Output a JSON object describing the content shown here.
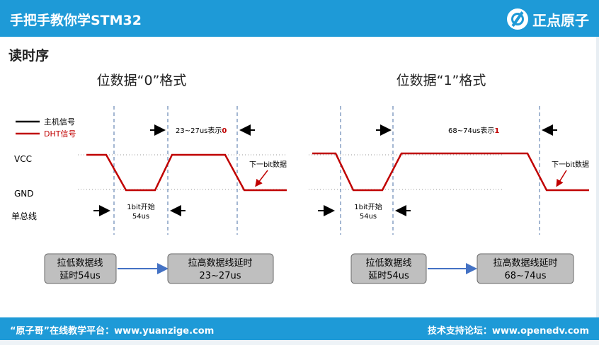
{
  "header": {
    "title": "手把手教你学STM32",
    "logo_text": "正点原子"
  },
  "section_title": "读时序",
  "diagram_left": {
    "heading": "位数据“0”格式",
    "legend_host": "主机信号",
    "legend_dht": "DHT信号",
    "label_vcc": "VCC",
    "label_gnd": "GND",
    "label_bus": "单总线",
    "high_note_prefix": "23~27us表示",
    "high_note_bit": "0",
    "start_line1": "1bit开始",
    "start_line2": "54us",
    "next_bit": "下一bit数据",
    "box1_line1": "拉低数据线",
    "box1_line2": "延时54us",
    "box2_line1": "拉高数据线延时",
    "box2_line2": "23~27us"
  },
  "diagram_right": {
    "heading": "位数据“1”格式",
    "high_note_prefix": "68~74us表示",
    "high_note_bit": "1",
    "start_line1": "1bit开始",
    "start_line2": "54us",
    "next_bit": "下一bit数据",
    "box1_line1": "拉低数据线",
    "box1_line2": "延时54us",
    "box2_line1": "拉高数据线延时",
    "box2_line2": "68~74us"
  },
  "footer": {
    "left": "“原子哥”在线教学平台：www.yuanzige.com",
    "right": "技术支持论坛：www.openedv.com"
  },
  "colors": {
    "brand": "#1e9ad7",
    "signal": "#c00000",
    "box_fill": "#bfbfbf",
    "arrow_blue": "#4472c4"
  }
}
